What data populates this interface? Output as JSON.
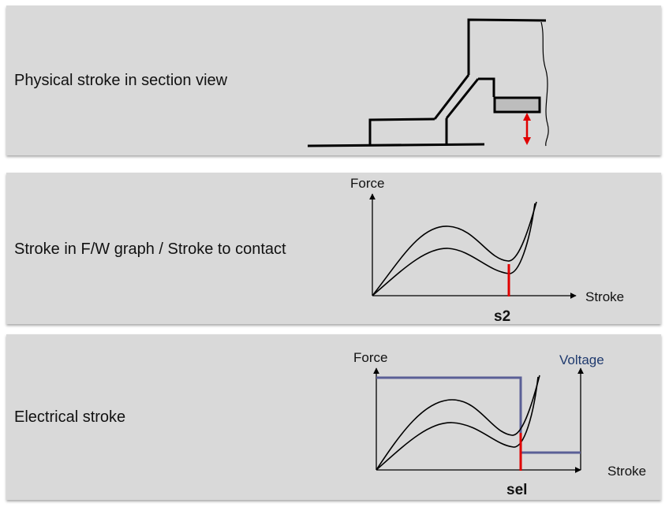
{
  "panels": [
    {
      "label": "Physical stroke in section view"
    },
    {
      "label": "Stroke in F/W graph / Stroke to contact",
      "y_axis_label": "Force",
      "x_axis_label": "Stroke",
      "marker_label": "s2"
    },
    {
      "label": "Electrical stroke",
      "y_axis_label": "Force",
      "x_axis_label": "Stroke",
      "secondary_axis_label": "Voltage",
      "marker_label": "sel"
    }
  ],
  "colors": {
    "panel_bg": "#d9d9d9",
    "curve": "#000000",
    "marker": "#e00000",
    "voltage_line": "#5a5f96",
    "voltage_label": "#1f3a6e",
    "keycap_fill": "#bdbdbd"
  }
}
